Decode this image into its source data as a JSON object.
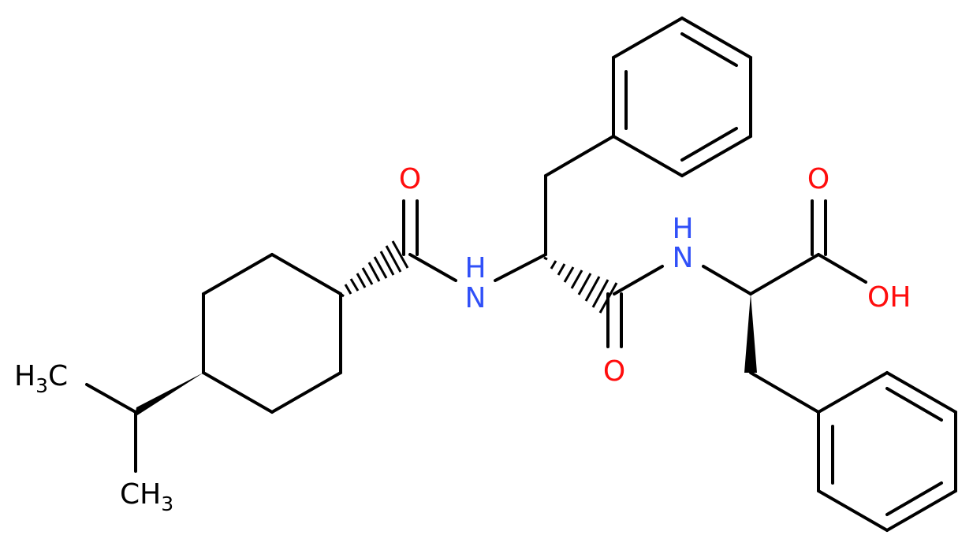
{
  "colors": {
    "bond": "#000000",
    "carbon_label": "#000000",
    "nitrogen": "#3050F8",
    "oxygen": "#FF0D0D"
  },
  "atoms": {
    "o_carbonyl_left": "O",
    "nh_left": "H",
    "nh_left_n": "N",
    "nh_right_n": "N",
    "nh_right_h": "H",
    "o_carbonyl_mid": "O",
    "o_acid": "O",
    "oh_o": "O",
    "oh_h": "H",
    "methyl_top_h": "H",
    "methyl_top_sub": "3",
    "methyl_top_c": "C",
    "methyl_bottom_c": "C",
    "methyl_bottom_h": "H",
    "methyl_bottom_sub": "3"
  }
}
